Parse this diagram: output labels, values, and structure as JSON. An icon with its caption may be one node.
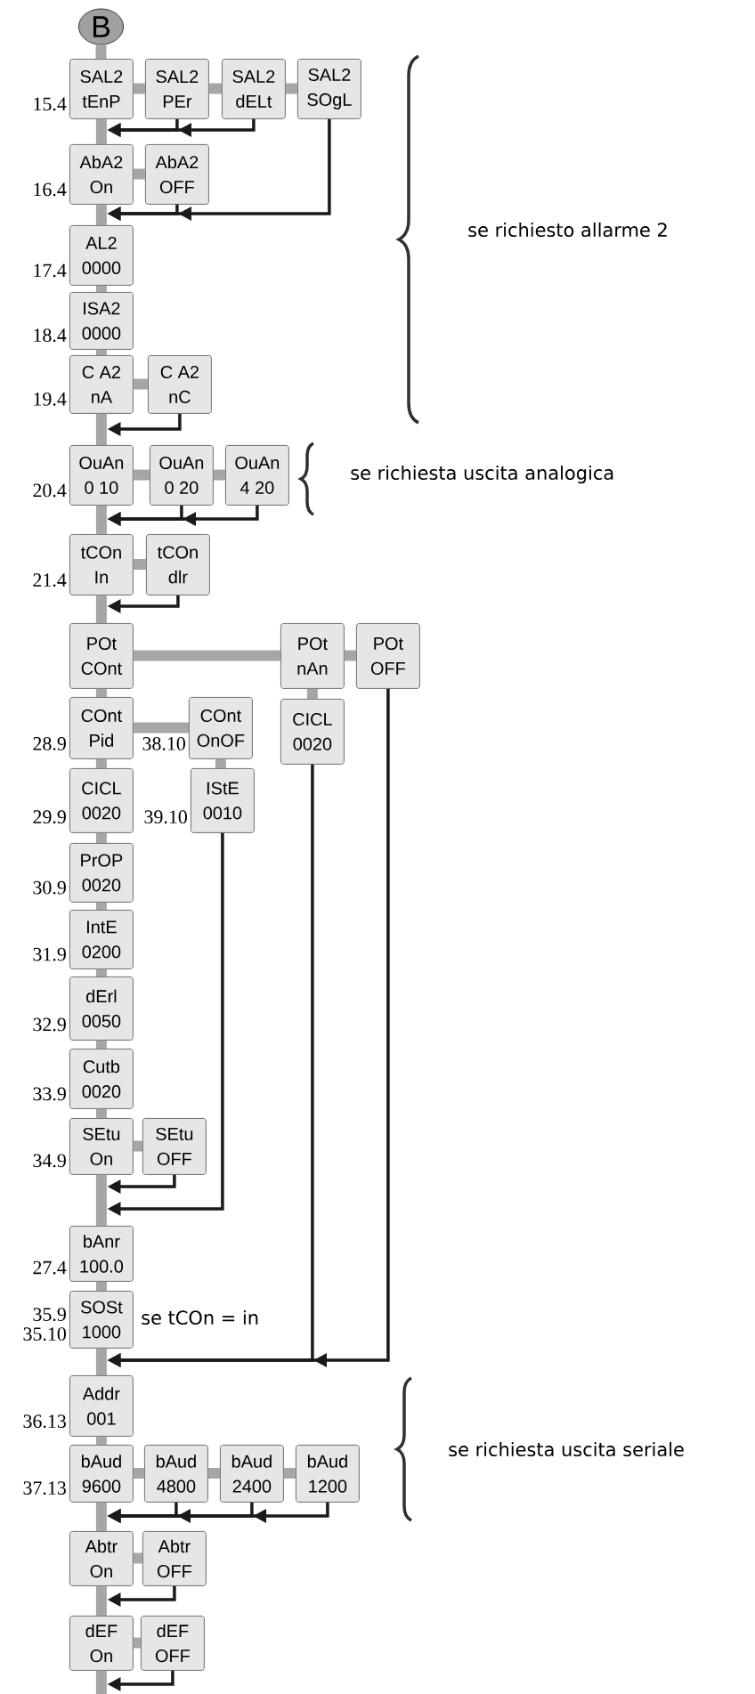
{
  "diagram": {
    "nodes": [
      {
        "text": [
          "B"
        ]
      },
      {
        "text": [
          "SAL2",
          "tEnP"
        ],
        "beside": [
          "15.4"
        ]
      },
      {
        "text": [
          "SAL2",
          "PEr"
        ]
      },
      {
        "text": [
          "SAL2",
          "dELt"
        ]
      },
      {
        "text": [
          "SAL2",
          "SOgL"
        ]
      },
      {
        "text": [
          "AbA2",
          "On"
        ],
        "beside": [
          "16.4"
        ]
      },
      {
        "text": [
          "AbA2",
          "OFF"
        ]
      },
      {
        "text": [
          "AL2",
          "0000"
        ],
        "beside": [
          "17.4"
        ]
      },
      {
        "text": [
          "ISA2",
          "0000"
        ],
        "beside": [
          "18.4"
        ]
      },
      {
        "text": [
          "C A2",
          "nA"
        ],
        "beside": [
          "19.4"
        ]
      },
      {
        "text": [
          "C A2",
          "nC"
        ]
      },
      {
        "text": [
          "OuAn",
          "0 10"
        ],
        "beside": [
          "20.4"
        ]
      },
      {
        "text": [
          "OuAn",
          "0 20"
        ]
      },
      {
        "text": [
          "OuAn",
          "4 20"
        ]
      },
      {
        "text": [
          "tCOn",
          "In"
        ],
        "beside": [
          "21.4"
        ]
      },
      {
        "text": [
          "tCOn",
          "dlr"
        ]
      },
      {
        "text": [
          "POt",
          "COnt"
        ]
      },
      {
        "text": [
          "POt",
          "nAn"
        ]
      },
      {
        "text": [
          "POt",
          "OFF"
        ]
      },
      {
        "text": [
          "COnt",
          "Pid"
        ],
        "beside": [
          "28.9"
        ]
      },
      {
        "text": [
          "COnt",
          "OnOF"
        ],
        "beside": [
          "38.10"
        ]
      },
      {
        "text": [
          "CICL",
          "0020"
        ]
      },
      {
        "text": [
          "CICL",
          "0020"
        ],
        "beside": [
          "29.9"
        ]
      },
      {
        "text": [
          "IStE",
          "0010"
        ],
        "beside": [
          "39.10"
        ]
      },
      {
        "text": [
          "PrOP",
          "0020"
        ],
        "beside": [
          "30.9"
        ]
      },
      {
        "text": [
          "IntE",
          "0200"
        ],
        "beside": [
          "31.9"
        ]
      },
      {
        "text": [
          "dErl",
          "0050"
        ],
        "beside": [
          "32.9"
        ]
      },
      {
        "text": [
          "Cutb",
          "0020"
        ],
        "beside": [
          "33.9"
        ]
      },
      {
        "text": [
          "SEtu",
          "On"
        ],
        "beside": [
          "34.9"
        ]
      },
      {
        "text": [
          "SEtu",
          "OFF"
        ]
      },
      {
        "text": [
          "bAnr",
          "100.0"
        ],
        "beside": [
          "27.4"
        ]
      },
      {
        "text": [
          "SOSt",
          "1000"
        ],
        "beside": [
          "35.9",
          "35.10"
        ]
      },
      {
        "text": [
          "Addr",
          "001"
        ],
        "beside": [
          "36.13"
        ]
      },
      {
        "text": [
          "bAud",
          "9600"
        ],
        "beside": [
          "37.13"
        ]
      },
      {
        "text": [
          "bAud",
          "4800"
        ]
      },
      {
        "text": [
          "bAud",
          "2400"
        ]
      },
      {
        "text": [
          "bAud",
          "1200"
        ]
      },
      {
        "text": [
          "Abtr",
          "On"
        ]
      },
      {
        "text": [
          "Abtr",
          "OFF"
        ]
      },
      {
        "text": [
          "dEF",
          "On"
        ]
      },
      {
        "text": [
          "dEF",
          "OFF"
        ]
      }
    ],
    "edges": [
      {
        "from": 0,
        "to": 1,
        "arrow": "none"
      },
      {
        "from": 1,
        "to": 2,
        "arrow": "none"
      },
      {
        "from": 2,
        "to": 3,
        "arrow": "none"
      },
      {
        "from": 3,
        "to": 4,
        "arrow": "none"
      },
      {
        "from": 1,
        "to": 5,
        "arrow": "none"
      },
      {
        "from": 5,
        "to": 6,
        "arrow": "none"
      },
      {
        "from": 5,
        "to": 7,
        "arrow": "none"
      },
      {
        "from": 7,
        "to": 8,
        "arrow": "none"
      },
      {
        "from": 8,
        "to": 9,
        "arrow": "none"
      },
      {
        "from": 9,
        "to": 10,
        "arrow": "none"
      },
      {
        "from": 9,
        "to": 11,
        "arrow": "none"
      },
      {
        "from": 11,
        "to": 12,
        "arrow": "none"
      },
      {
        "from": 12,
        "to": 13,
        "arrow": "none"
      },
      {
        "from": 11,
        "to": 14,
        "arrow": "none"
      },
      {
        "from": 14,
        "to": 15,
        "arrow": "none"
      },
      {
        "from": 14,
        "to": 16,
        "arrow": "none"
      },
      {
        "from": 16,
        "to": 17,
        "arrow": "none"
      },
      {
        "from": 17,
        "to": 18,
        "arrow": "none"
      },
      {
        "from": 16,
        "to": 19,
        "arrow": "none"
      },
      {
        "from": 17,
        "to": 21,
        "arrow": "none"
      },
      {
        "from": 19,
        "to": 20,
        "arrow": "none"
      },
      {
        "from": 20,
        "to": 23,
        "arrow": "none"
      },
      {
        "from": 19,
        "to": 22,
        "arrow": "none"
      },
      {
        "from": 22,
        "to": 24,
        "arrow": "none"
      },
      {
        "from": 24,
        "to": 25,
        "arrow": "none"
      },
      {
        "from": 25,
        "to": 26,
        "arrow": "none"
      },
      {
        "from": 26,
        "to": 27,
        "arrow": "none"
      },
      {
        "from": 27,
        "to": 28,
        "arrow": "none"
      },
      {
        "from": 28,
        "to": 29,
        "arrow": "none"
      },
      {
        "from": 28,
        "to": 30,
        "arrow": "none"
      },
      {
        "from": 30,
        "to": 31,
        "arrow": "none"
      },
      {
        "from": 31,
        "to": 32,
        "arrow": "none"
      },
      {
        "from": 32,
        "to": 33,
        "arrow": "none"
      },
      {
        "from": 33,
        "to": 34,
        "arrow": "none"
      },
      {
        "from": 34,
        "to": 35,
        "arrow": "none"
      },
      {
        "from": 35,
        "to": 36,
        "arrow": "none"
      },
      {
        "from": 33,
        "to": 37,
        "arrow": "none"
      },
      {
        "from": 37,
        "to": 38,
        "arrow": "none"
      },
      {
        "from": 37,
        "to": 39,
        "arrow": "none"
      },
      {
        "from": 39,
        "to": 40,
        "arrow": "none"
      },
      {
        "from": 39,
        "to": null,
        "arrow": "none"
      },
      {
        "from": 2,
        "to": 5,
        "arrow": "to",
        "color": "#1a1a1a"
      },
      {
        "from": 3,
        "to": 5,
        "arrow": "to",
        "color": "#1a1a1a"
      },
      {
        "from": 6,
        "to": 7,
        "arrow": "to",
        "color": "#1a1a1a"
      },
      {
        "from": 4,
        "to": 7,
        "arrow": "to",
        "color": "#1a1a1a"
      },
      {
        "from": 10,
        "to": 11,
        "arrow": "to",
        "color": "#1a1a1a"
      },
      {
        "from": 12,
        "to": 14,
        "arrow": "to",
        "color": "#1a1a1a"
      },
      {
        "from": 13,
        "to": 14,
        "arrow": "to",
        "color": "#1a1a1a"
      },
      {
        "from": 15,
        "to": 16,
        "arrow": "to",
        "color": "#1a1a1a"
      },
      {
        "from": 29,
        "to": 28,
        "arrow": "to",
        "color": "#1a1a1a"
      },
      {
        "from": 23,
        "to": 30,
        "arrow": "to",
        "color": "#1a1a1a"
      },
      {
        "from": 21,
        "to": 32,
        "arrow": "to",
        "color": "#1a1a1a"
      },
      {
        "from": 18,
        "to": 32,
        "arrow": "to",
        "color": "#1a1a1a"
      },
      {
        "from": 34,
        "to": 37,
        "arrow": "to",
        "color": "#1a1a1a"
      },
      {
        "from": 35,
        "to": 37,
        "arrow": "to",
        "color": "#1a1a1a"
      },
      {
        "from": 36,
        "to": 37,
        "arrow": "to",
        "color": "#1a1a1a"
      },
      {
        "from": 38,
        "to": 39,
        "arrow": "to",
        "color": "#1a1a1a"
      },
      {
        "from": 40,
        "to": 39,
        "arrow": "to",
        "color": "#1a1a1a"
      }
    ],
    "labels": [
      "se richiesto allarme 2",
      "se richiesta uscita analogica",
      "se tCOn = in",
      "se richiesta uscita seriale"
    ]
  }
}
